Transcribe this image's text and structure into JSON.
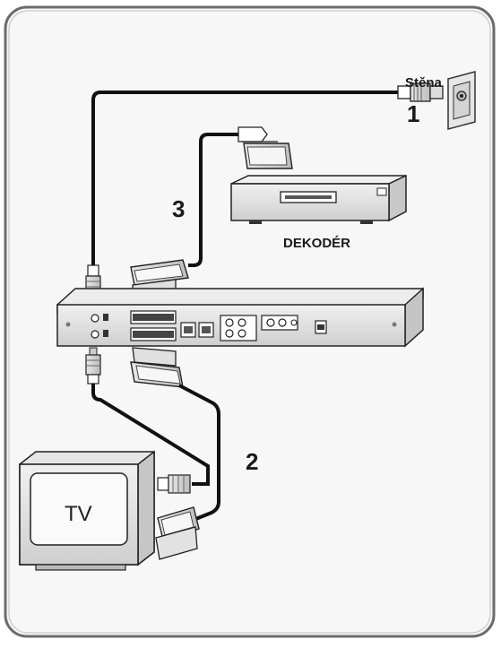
{
  "labels": {
    "wall": "Stěna",
    "step_1": "1",
    "step_2": "2",
    "step_3": "3",
    "decoder": "DEKODÉR",
    "tv": "TV"
  },
  "colors": {
    "frame_border": "#6b6b6b",
    "panel_fill": "#f7f7f7",
    "device_fill": "#e2e2e2",
    "cable": "#111111"
  },
  "icons": [
    "wall-outlet-icon",
    "rf-plug-icon",
    "scart-plug-icon",
    "rca-plug-icon"
  ]
}
